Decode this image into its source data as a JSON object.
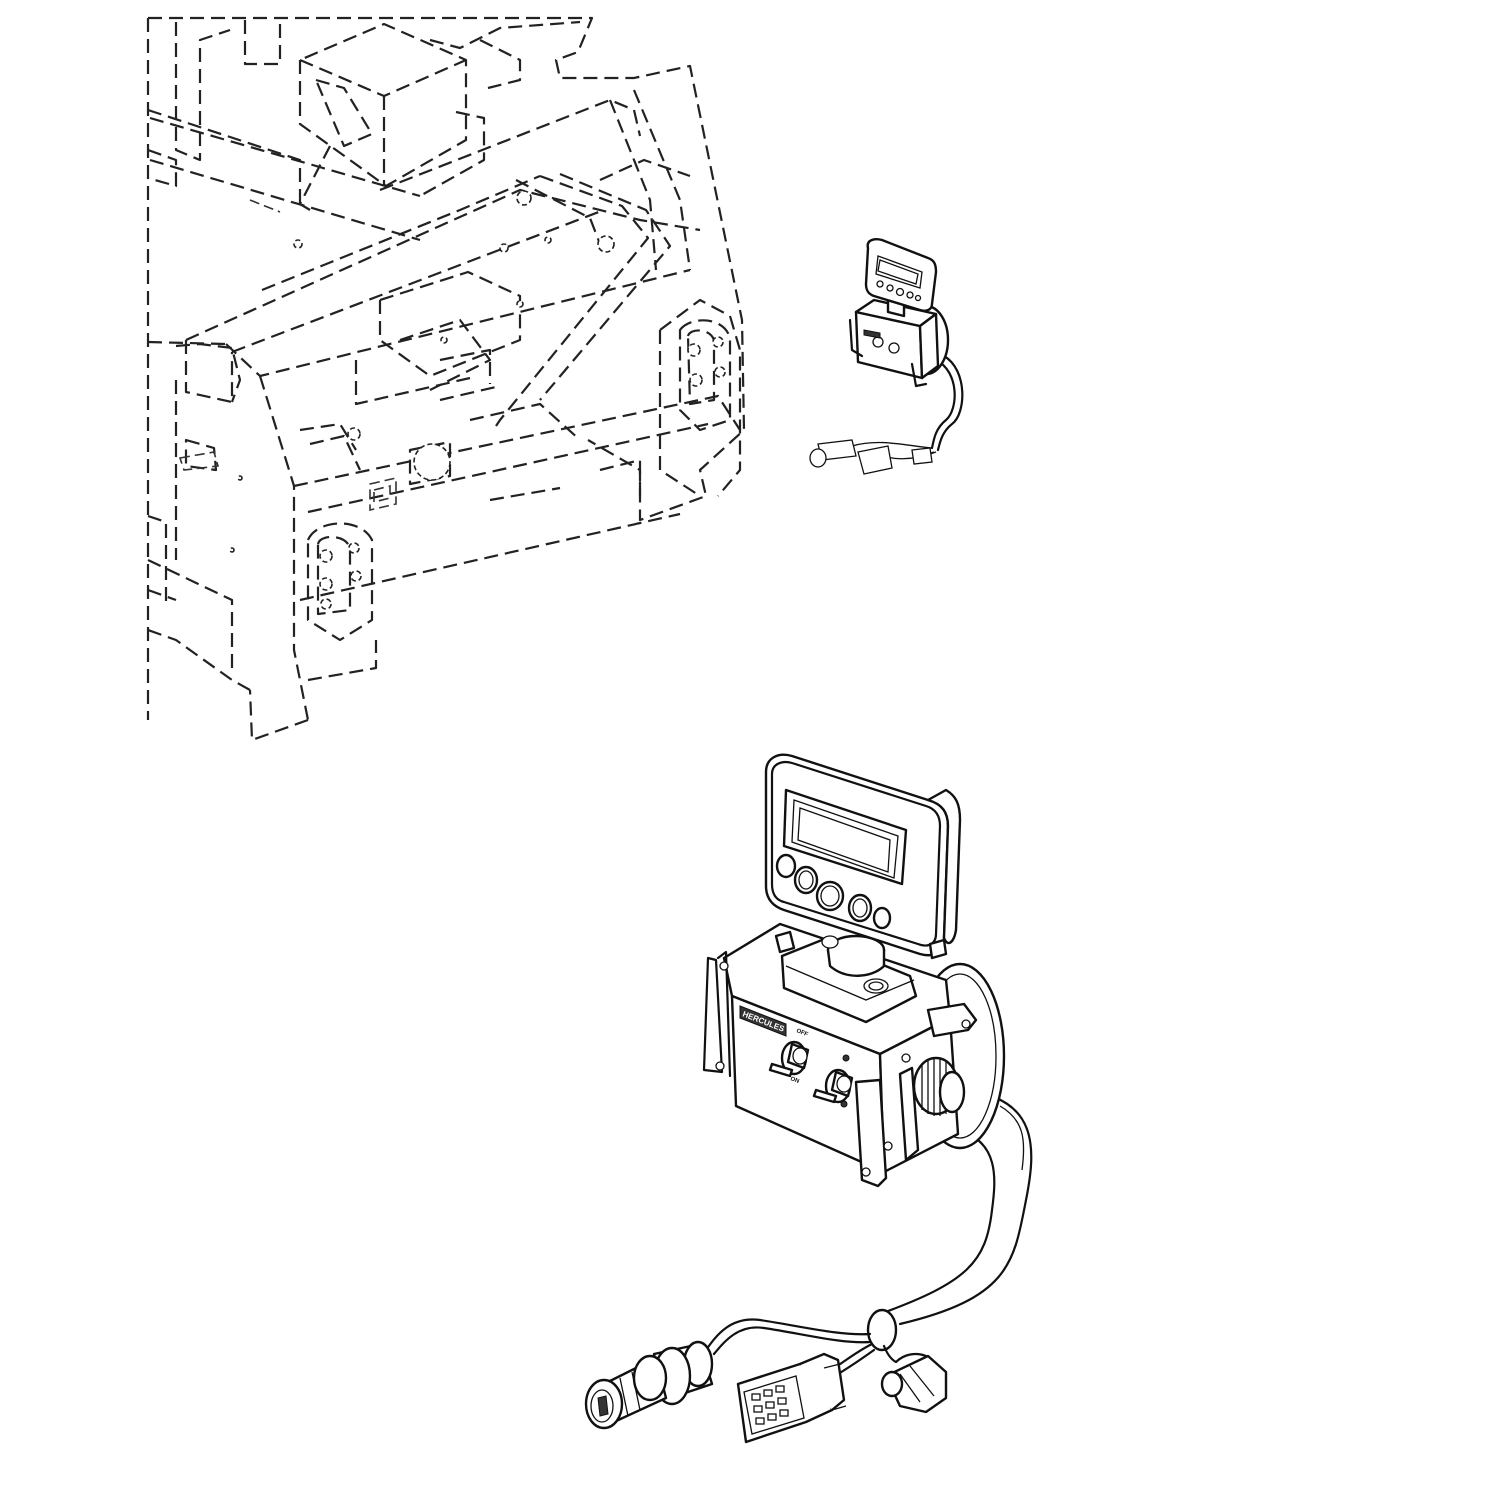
{
  "labels": {
    "brand": "HERCULES",
    "switch_off": "OFF",
    "switch_on": "ON"
  }
}
